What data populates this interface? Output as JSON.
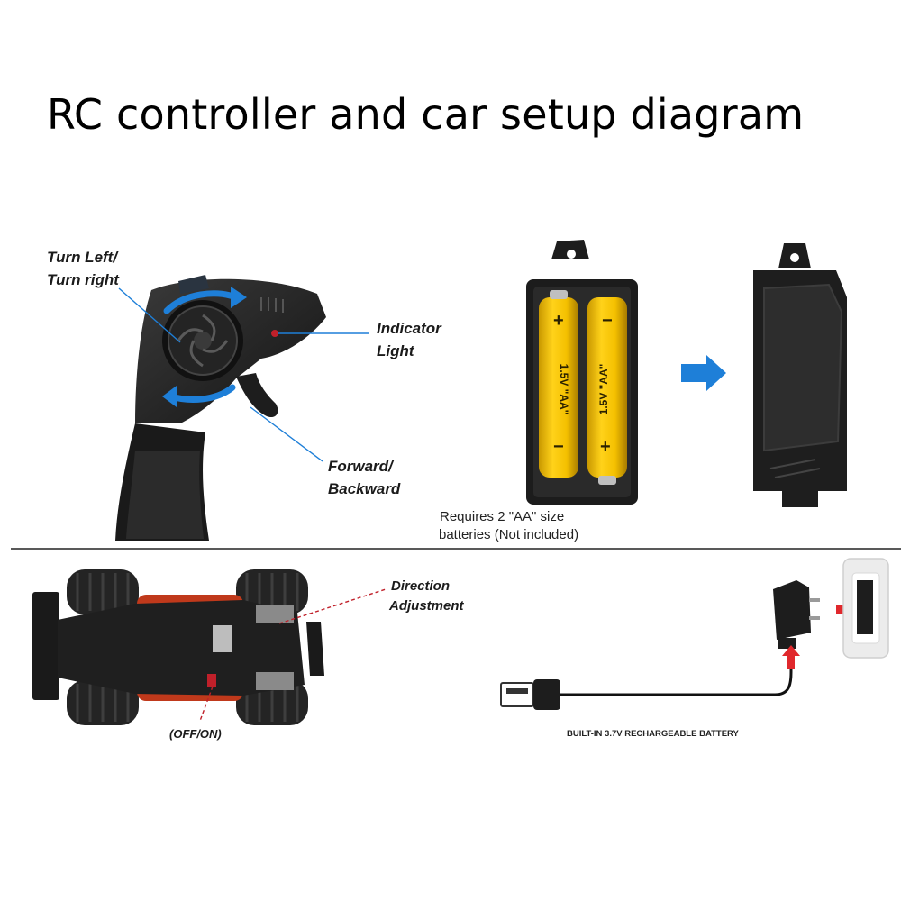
{
  "title": "RC controller and car setup diagram",
  "controller": {
    "turn_label_1": "Turn Left/",
    "turn_label_2": "Turn right",
    "indicator_label_1": "Indicator",
    "indicator_label_2": "Light",
    "throttle_label_1": "Forward/",
    "throttle_label_2": "Backward"
  },
  "battery_box": {
    "battery_1_text": "1.5V \"AA\"",
    "battery_2_text": "1.5V \"AA\"",
    "plus_sign": "+",
    "minus_sign": "−",
    "note_line_1": "Requires 2 \"AA\" size",
    "note_line_2": "batteries (Not  included)"
  },
  "car": {
    "direction_label_1": "Direction",
    "direction_label_2": "Adjustment",
    "switch_label": "(OFF/ON)"
  },
  "charger": {
    "battery_label": "BUILT-IN 3.7V RECHARGEABLE BATTERY"
  },
  "colors": {
    "accent_blue": "#1e7fd8",
    "battery_yellow": "#f2c200",
    "red_arrow": "#e0282c",
    "dark_plastic": "#1d1d1d"
  }
}
